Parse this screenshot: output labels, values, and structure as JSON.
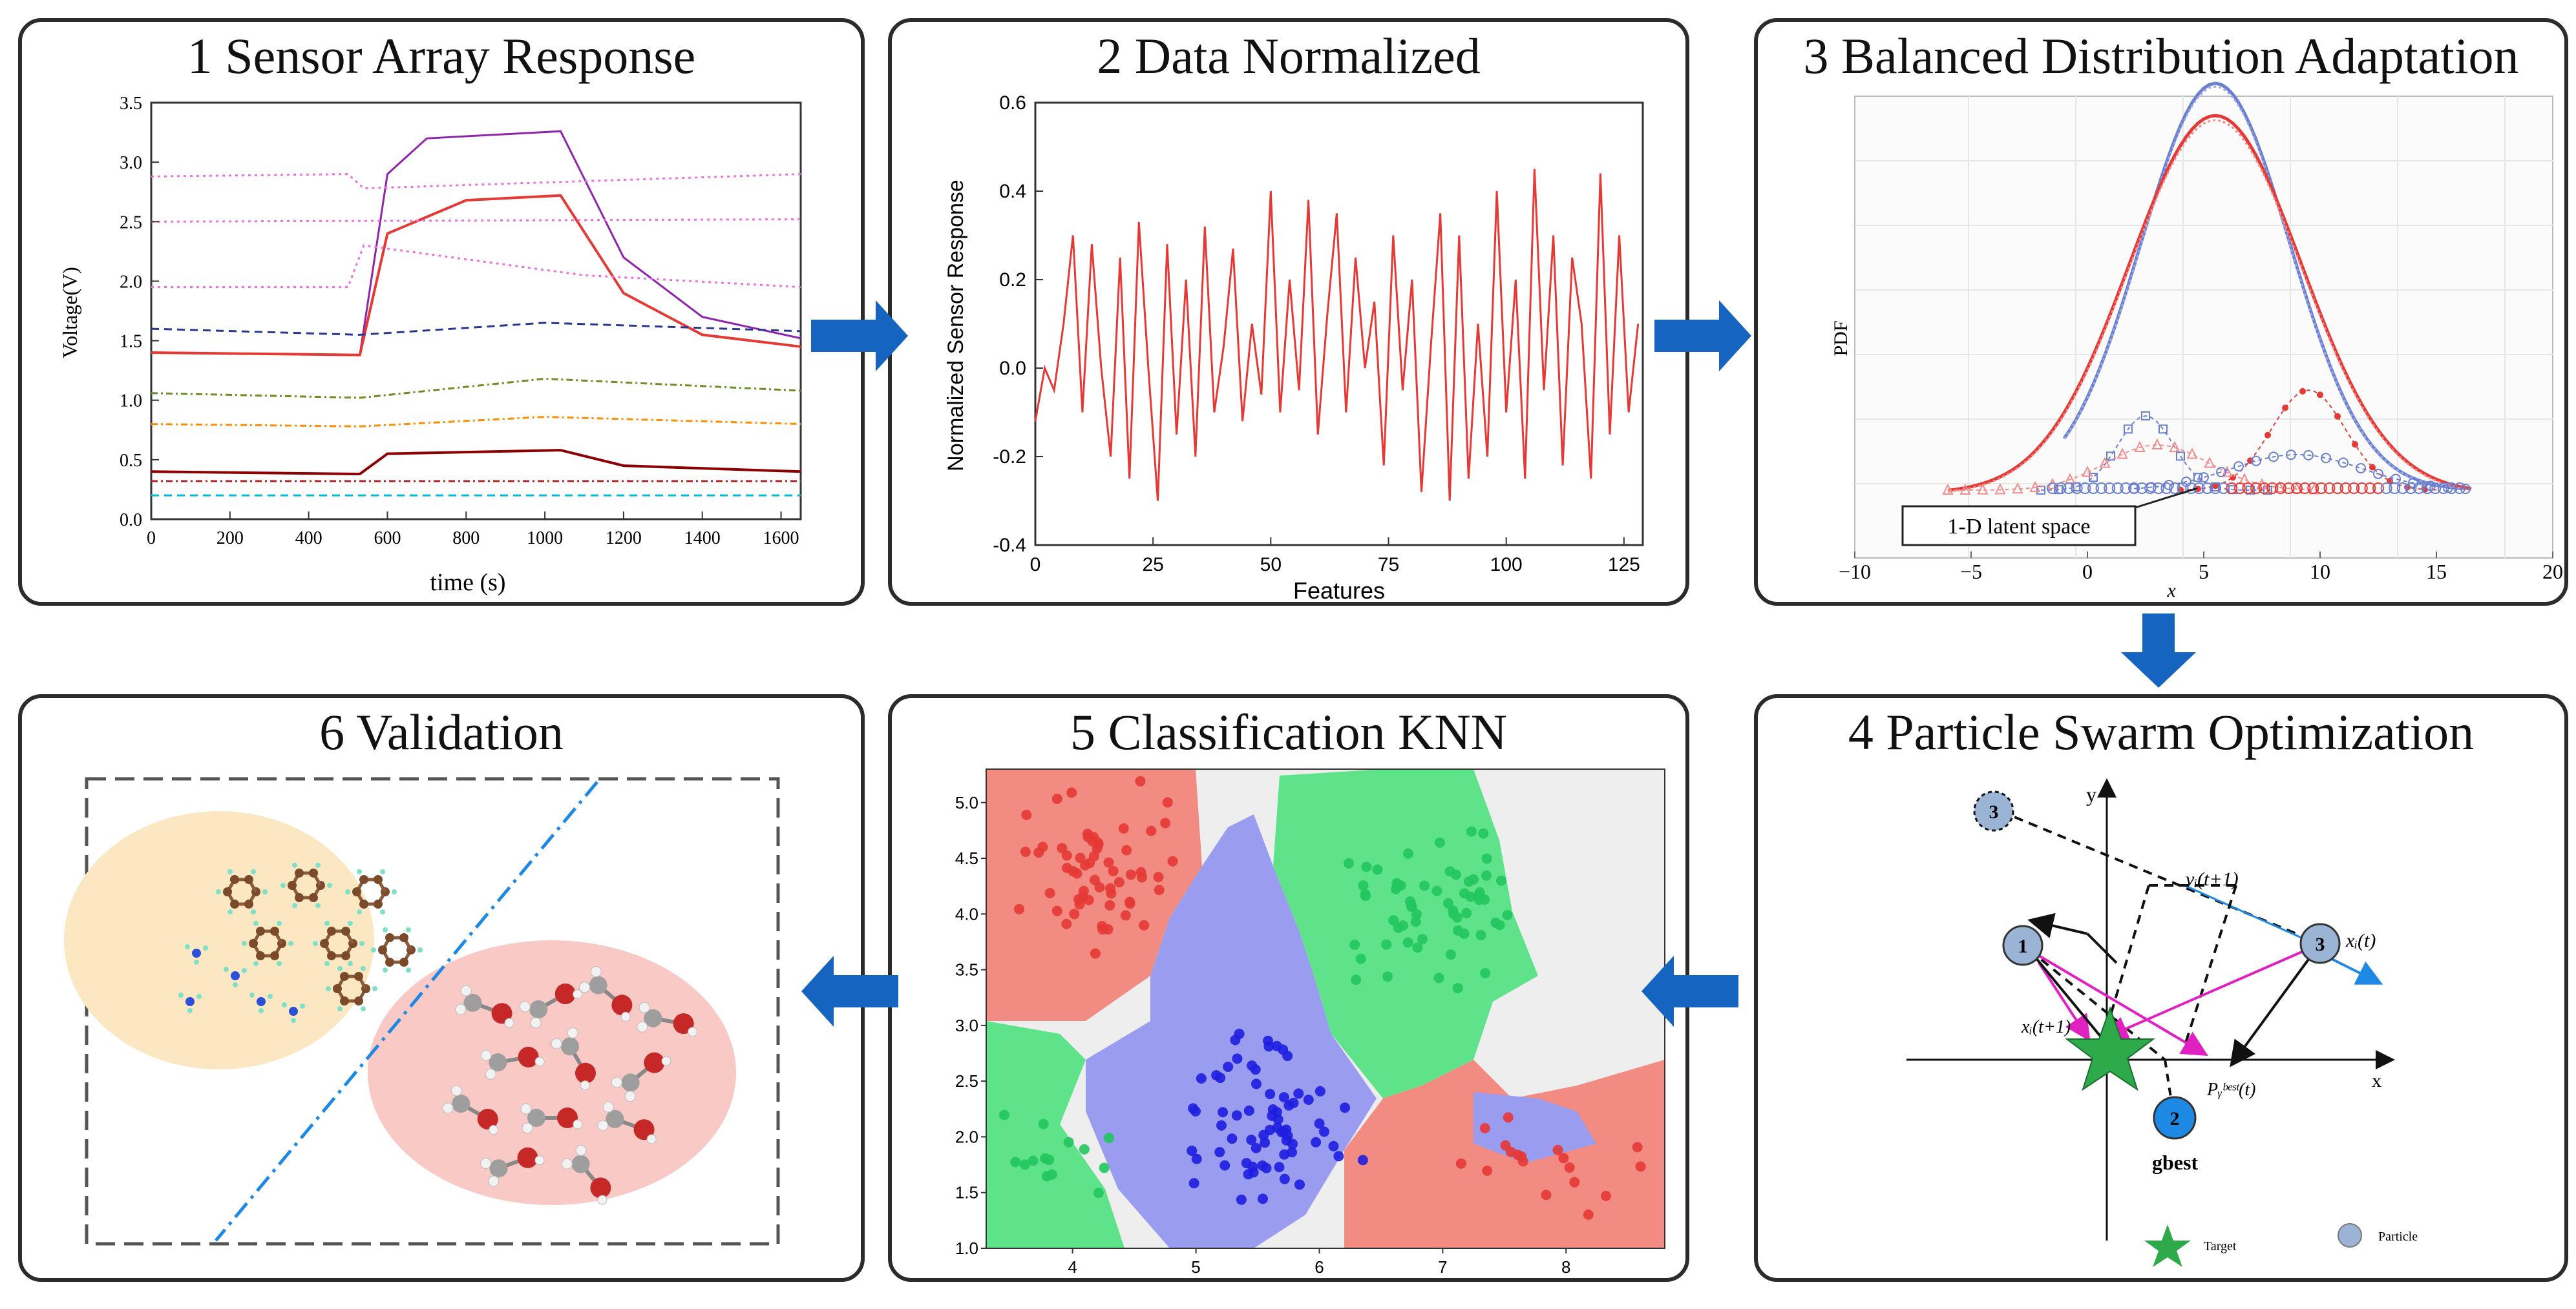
{
  "panels": {
    "p1": {
      "title": "1 Sensor Array Response",
      "ylabel": "Voltage(V)",
      "xlabel": "time (s)",
      "yticks": [
        "0.0",
        "0.5",
        "1.0",
        "1.5",
        "2.0",
        "2.5",
        "3.0",
        "3.5"
      ],
      "xticks": [
        "0",
        "200",
        "400",
        "600",
        "800",
        "1000",
        "1200",
        "1400",
        "1600"
      ]
    },
    "p2": {
      "title": "2 Data Normalized",
      "ylabel": "Normalized Sensor Response",
      "xlabel": "Features",
      "yticks": [
        "-0.4",
        "-0.2",
        "0.0",
        "0.2",
        "0.4",
        "0.6"
      ],
      "xticks": [
        "0",
        "25",
        "50",
        "75",
        "100",
        "125"
      ]
    },
    "p3": {
      "title": "3 Balanced Distribution Adaptation",
      "ylabel": "PDF",
      "xlabel": "x",
      "annotation": "1-D latent space",
      "xticks": [
        "−10",
        "−5",
        "0",
        "5",
        "10",
        "15",
        "20"
      ]
    },
    "p4": {
      "title": "4 Particle Swarm Optimization",
      "labels": {
        "y_axis": "y",
        "x_axis": "x",
        "v_label": "vᵢ(t+1)",
        "x_label": "xᵢ(t)",
        "x_next": "xᵢ(t+1)",
        "pgbest": "Pᵧᵇᵉˢᵗ(t)",
        "gbest": "gbest",
        "n1": "1",
        "n2": "2",
        "n3a": "3",
        "n3b": "3"
      },
      "legend": {
        "target": "Target",
        "particle": "Particle"
      }
    },
    "p5": {
      "title": "5 Classification KNN",
      "yticks": [
        "1.0",
        "1.5",
        "2.0",
        "2.5",
        "3.0",
        "3.5",
        "4.0",
        "4.5",
        "5.0"
      ],
      "xticks": [
        "4",
        "5",
        "6",
        "7",
        "8"
      ]
    },
    "p6": {
      "title": "6 Validation"
    }
  },
  "colors": {
    "frame": "#2b2b2b",
    "arrow": "#1565c0",
    "red": "#e53935",
    "knn_red": "#f28b82",
    "knn_green": "#5ee38a",
    "knn_blue": "#9a9cf0",
    "knn_gray": "#eeeeee",
    "ellipse_yellow": "#fbe8c2",
    "ellipse_pink": "#f9c9c6"
  },
  "chart_data": [
    {
      "type": "line",
      "title": "1 Sensor Array Response",
      "xlabel": "time (s)",
      "ylabel": "Voltage(V)",
      "xlim": [
        0,
        1650
      ],
      "ylim": [
        0,
        3.5
      ],
      "series": [
        {
          "values": [
            [
              0,
              1.4
            ],
            [
              530,
              1.38
            ],
            [
              600,
              2.9
            ],
            [
              700,
              3.2
            ],
            [
              1040,
              3.26
            ],
            [
              1200,
              2.2
            ],
            [
              1400,
              1.7
            ],
            [
              1650,
              1.52
            ]
          ]
        },
        {
          "values": [
            [
              0,
              1.4
            ],
            [
              530,
              1.38
            ],
            [
              600,
              2.4
            ],
            [
              800,
              2.68
            ],
            [
              1040,
              2.72
            ],
            [
              1200,
              1.9
            ],
            [
              1400,
              1.55
            ],
            [
              1650,
              1.45
            ]
          ]
        },
        {
          "values": [
            [
              0,
              2.88
            ],
            [
              500,
              2.9
            ],
            [
              540,
              2.78
            ],
            [
              1650,
              2.9
            ]
          ]
        },
        {
          "values": [
            [
              0,
              2.5
            ],
            [
              1650,
              2.52
            ]
          ]
        },
        {
          "values": [
            [
              0,
              1.95
            ],
            [
              500,
              1.95
            ],
            [
              540,
              2.3
            ],
            [
              1100,
              2.05
            ],
            [
              1650,
              1.95
            ]
          ]
        },
        {
          "values": [
            [
              0,
              1.6
            ],
            [
              530,
              1.55
            ],
            [
              1000,
              1.65
            ],
            [
              1650,
              1.58
            ]
          ]
        },
        {
          "values": [
            [
              0,
              1.06
            ],
            [
              530,
              1.02
            ],
            [
              1000,
              1.18
            ],
            [
              1650,
              1.08
            ]
          ]
        },
        {
          "values": [
            [
              0,
              0.8
            ],
            [
              530,
              0.78
            ],
            [
              1000,
              0.86
            ],
            [
              1650,
              0.8
            ]
          ]
        },
        {
          "values": [
            [
              0,
              0.4
            ],
            [
              530,
              0.38
            ],
            [
              600,
              0.55
            ],
            [
              1040,
              0.58
            ],
            [
              1200,
              0.45
            ],
            [
              1650,
              0.4
            ]
          ]
        },
        {
          "values": [
            [
              0,
              0.32
            ],
            [
              1650,
              0.32
            ]
          ]
        },
        {
          "values": [
            [
              0,
              0.2
            ],
            [
              1650,
              0.2
            ]
          ]
        }
      ]
    },
    {
      "type": "line",
      "title": "2 Data Normalized",
      "xlabel": "Features",
      "ylabel": "Normalized Sensor Response",
      "xlim": [
        0,
        129
      ],
      "ylim": [
        -0.4,
        0.6
      ],
      "x": [
        0,
        2,
        4,
        6,
        8,
        10,
        12,
        14,
        16,
        18,
        20,
        22,
        24,
        26,
        28,
        30,
        32,
        34,
        36,
        38,
        40,
        42,
        44,
        46,
        48,
        50,
        52,
        54,
        56,
        58,
        60,
        62,
        64,
        66,
        68,
        70,
        72,
        74,
        76,
        78,
        80,
        82,
        84,
        86,
        88,
        90,
        92,
        94,
        96,
        98,
        100,
        102,
        104,
        106,
        108,
        110,
        112,
        114,
        116,
        118,
        120,
        122,
        124,
        126,
        128
      ],
      "values": [
        -0.12,
        0.0,
        -0.05,
        0.1,
        0.3,
        -0.1,
        0.28,
        0.0,
        -0.2,
        0.25,
        -0.25,
        0.33,
        0.0,
        -0.3,
        0.28,
        -0.15,
        0.2,
        -0.2,
        0.32,
        -0.1,
        0.05,
        0.27,
        -0.12,
        0.1,
        -0.06,
        0.4,
        -0.1,
        0.2,
        -0.05,
        0.38,
        -0.15,
        0.12,
        0.35,
        -0.1,
        0.25,
        0.0,
        0.15,
        -0.22,
        0.3,
        -0.05,
        0.2,
        -0.28,
        0.05,
        0.35,
        -0.3,
        0.3,
        -0.25,
        0.1,
        -0.2,
        0.4,
        -0.1,
        0.2,
        -0.25,
        0.45,
        -0.05,
        0.3,
        -0.22,
        0.25,
        0.1,
        -0.25,
        0.44,
        -0.15,
        0.3,
        -0.1,
        0.1
      ]
    },
    {
      "type": "scatter",
      "title": "5 Classification KNN",
      "xlim": [
        3.3,
        8.8
      ],
      "ylim": [
        1.0,
        5.3
      ]
    }
  ]
}
